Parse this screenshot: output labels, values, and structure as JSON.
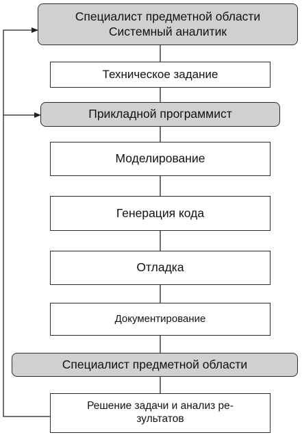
{
  "diagram": {
    "nodes": [
      {
        "id": "role1",
        "type": "role",
        "text": "Специалист предметной области\nСистемный аналитик"
      },
      {
        "id": "spec",
        "type": "step",
        "text": "Техническое задание"
      },
      {
        "id": "role2",
        "type": "role",
        "text": "Прикладной программист"
      },
      {
        "id": "model",
        "type": "step",
        "text": "Моделирование"
      },
      {
        "id": "codegen",
        "type": "step",
        "text": "Генерация кода"
      },
      {
        "id": "debug",
        "type": "step",
        "text": "Отладка"
      },
      {
        "id": "docs",
        "type": "step",
        "text": "Документирование"
      },
      {
        "id": "role3",
        "type": "role",
        "text": "Специалист предметной области"
      },
      {
        "id": "result",
        "type": "step",
        "text": "Решение задачи и анализ ре-\nзультатов"
      }
    ],
    "feedback_targets": [
      "role1",
      "role2"
    ],
    "line_color": "#222222",
    "role_fill": "#d0d0d0"
  }
}
